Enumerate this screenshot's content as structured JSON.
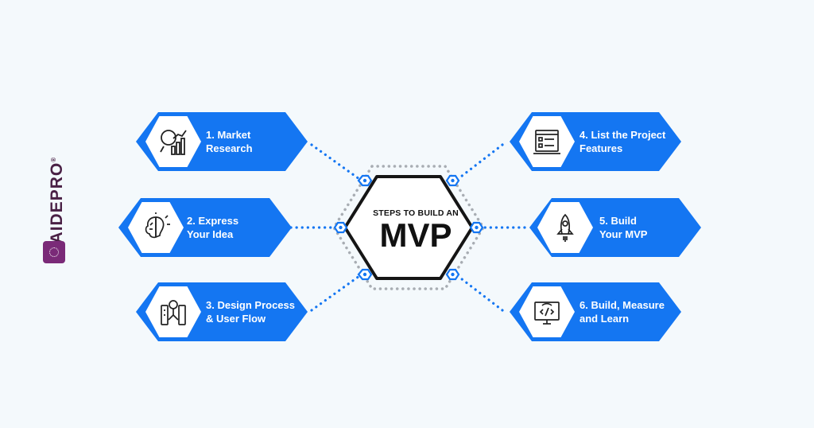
{
  "brand": {
    "name": "FAIDEPRO",
    "registered": "®"
  },
  "center": {
    "title_top": "STEPS TO BUILD AN",
    "title_main": "MVP"
  },
  "steps": [
    {
      "label": "1. Market\nResearch",
      "icon": "market-research-icon"
    },
    {
      "label": "2. Express\nYour Idea",
      "icon": "idea-brain-icon"
    },
    {
      "label": "3. Design Process\n& User Flow",
      "icon": "design-process-icon"
    },
    {
      "label": "4. List the Project\nFeatures",
      "icon": "feature-list-icon"
    },
    {
      "label": "5. Build\nYour MVP",
      "icon": "rocket-icon"
    },
    {
      "label": "6. Build, Measure\nand Learn",
      "icon": "monitor-code-icon"
    }
  ],
  "colors": {
    "accent": "#1476f2",
    "background": "#f4f9fc",
    "brand": "#7a2a78"
  }
}
